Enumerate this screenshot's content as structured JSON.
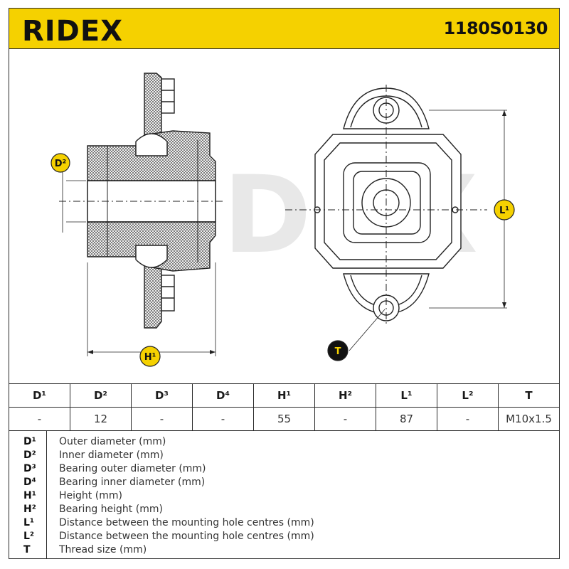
{
  "header": {
    "brand": "RIDEX",
    "part_number": "1180S0130",
    "background_color": "#f5d100"
  },
  "drawing": {
    "watermark": "RIDEX",
    "badges": {
      "d2": "D²",
      "h1": "H¹",
      "l1": "L¹",
      "t": "T"
    },
    "badge_color": "#f5d100"
  },
  "table": {
    "headers": [
      "D¹",
      "D²",
      "D³",
      "D⁴",
      "H¹",
      "H²",
      "L¹",
      "L²",
      "T"
    ],
    "values": [
      "-",
      "12",
      "-",
      "-",
      "55",
      "-",
      "87",
      "-",
      "M10x1.5"
    ]
  },
  "legend": [
    {
      "symbol": "D¹",
      "description": "Outer diameter (mm)"
    },
    {
      "symbol": "D²",
      "description": "Inner diameter (mm)"
    },
    {
      "symbol": "D³",
      "description": "Bearing outer diameter (mm)"
    },
    {
      "symbol": "D⁴",
      "description": "Bearing inner diameter (mm)"
    },
    {
      "symbol": "H¹",
      "description": "Height (mm)"
    },
    {
      "symbol": "H²",
      "description": "Bearing height (mm)"
    },
    {
      "symbol": "L¹",
      "description": "Distance between the mounting hole centres (mm)"
    },
    {
      "symbol": "L²",
      "description": "Distance between the mounting hole centres (mm)"
    },
    {
      "symbol": "T",
      "description": "Thread size (mm)"
    }
  ]
}
